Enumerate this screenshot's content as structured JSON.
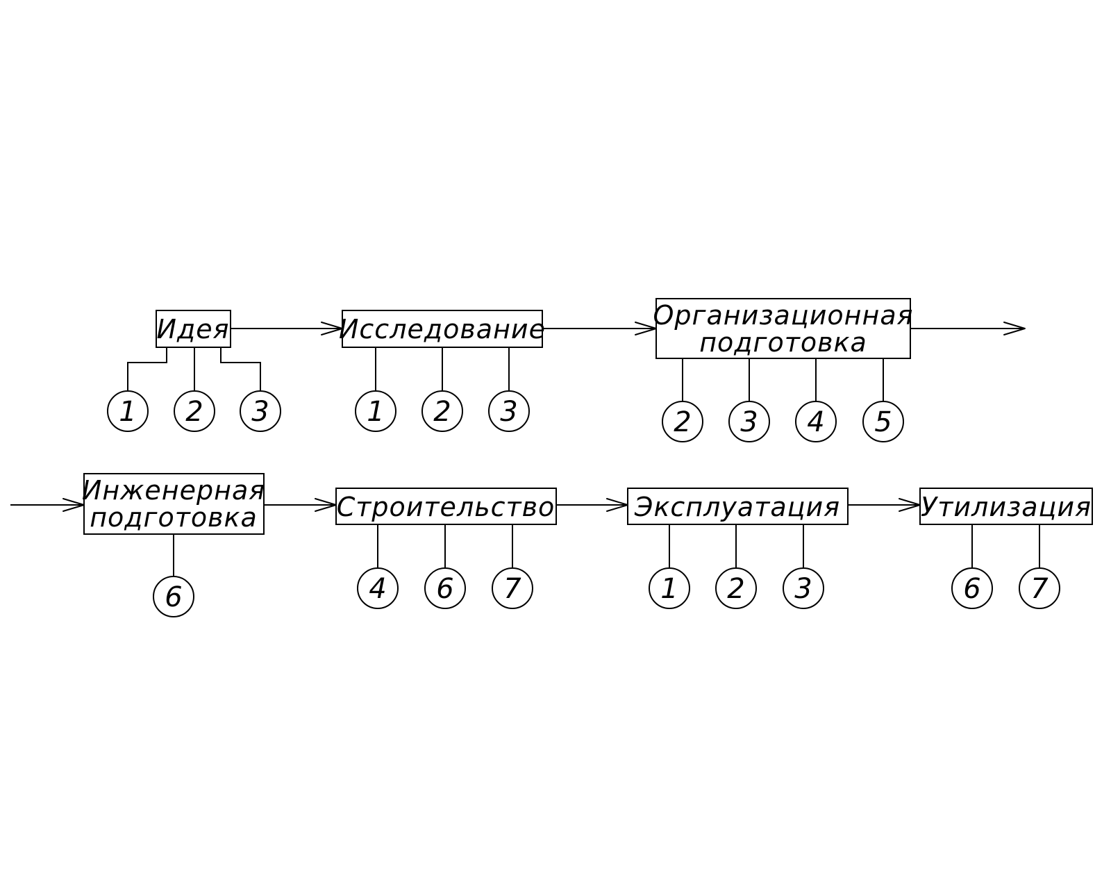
{
  "stages": [
    {
      "id": "idea",
      "lines": [
        "Идея"
      ],
      "markers": [
        "1",
        "2",
        "3"
      ]
    },
    {
      "id": "research",
      "lines": [
        "Исследование"
      ],
      "markers": [
        "1",
        "2",
        "3"
      ]
    },
    {
      "id": "org-prep",
      "lines": [
        "Организационная",
        "подготовка"
      ],
      "markers": [
        "2",
        "3",
        "4",
        "5"
      ]
    },
    {
      "id": "eng-prep",
      "lines": [
        "Инженерная",
        "подготовка"
      ],
      "markers": [
        "6"
      ]
    },
    {
      "id": "construction",
      "lines": [
        "Строительство"
      ],
      "markers": [
        "4",
        "6",
        "7"
      ]
    },
    {
      "id": "operation",
      "lines": [
        "Эксплуатация"
      ],
      "markers": [
        "1",
        "2",
        "3"
      ]
    },
    {
      "id": "disposal",
      "lines": [
        "Утилизация"
      ],
      "markers": [
        "6",
        "7"
      ]
    }
  ]
}
